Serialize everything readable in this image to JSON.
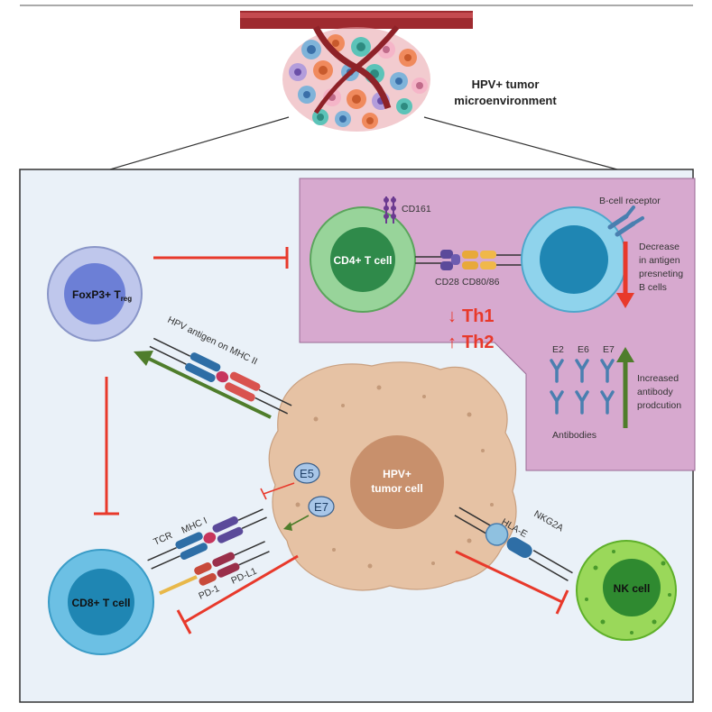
{
  "header": {
    "title_line1": "HPV+ tumor",
    "title_line2": "microenvironment"
  },
  "cells": {
    "treg": {
      "label": "FoxP3+ T",
      "subscript": "reg"
    },
    "cd4": {
      "label": "CD4+ T cell"
    },
    "cd8": {
      "label": "CD8+ T cell"
    },
    "nk": {
      "label": "NK cell"
    },
    "tumor": {
      "label_line1": "HPV+",
      "label_line2": "tumor cell"
    }
  },
  "molecules": {
    "cd161": "CD161",
    "cd28": "CD28",
    "cd80_86": "CD80/86",
    "bcr": "B-cell receptor",
    "mhc2": "HPV antigen on MHC II",
    "tcr": "TCR",
    "mhc1": "MHC I",
    "pd1": "PD-1",
    "pdl1": "PD-L1",
    "hlae": "HLA-E",
    "nkg2a": "NKG2A",
    "e5": "E5",
    "e7": "E7"
  },
  "th_shift": {
    "th1": "Th1",
    "th1_arrow": "↓",
    "th2": "Th2",
    "th2_arrow": "↑"
  },
  "annotations": {
    "decrease_line1": "Decrease",
    "decrease_line2": "in antigen",
    "decrease_line3": "presneting",
    "decrease_line4": "B cells",
    "increase_line1": "Increased",
    "increase_line2": "antibody",
    "increase_line3": "prodcution",
    "antibody_e2": "E2",
    "antibody_e6": "E6",
    "antibody_e7": "E7",
    "antibodies_label": "Antibodies"
  },
  "colors": {
    "inhibit_red": "#e8392b",
    "activate_green": "#4f7d2b",
    "panel_bg": "#eaf1f8",
    "box_purple": "#d7a9cf",
    "tumor_fill": "#e6c2a4",
    "tcell_blue": "#5fb4d9",
    "cd4_green": "#7fc47e",
    "nk_green": "#7cc84a"
  }
}
